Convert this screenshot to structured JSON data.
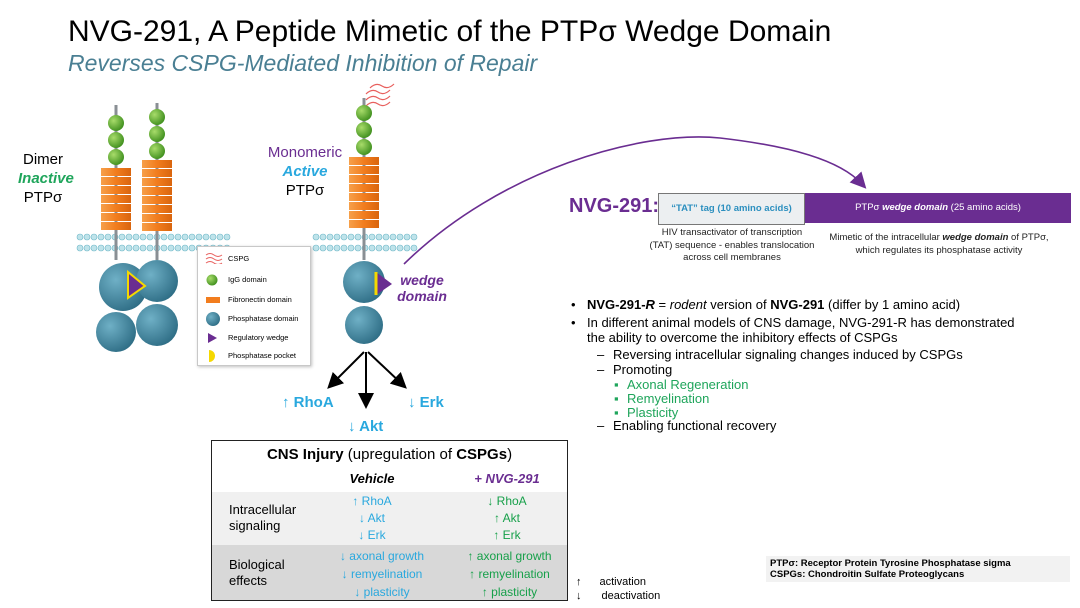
{
  "title": "NVG-291, A Peptide Mimetic of the PTPσ Wedge Domain",
  "subtitle": "Reverses CSPG-Mediated Inhibition of Repair",
  "dimer_label": {
    "line1": "Dimer",
    "line2": "Inactive",
    "line3": "PTPσ"
  },
  "monomer_label": {
    "line1": "Monomeric",
    "line2": "Active",
    "line3": "PTPσ"
  },
  "wedge_label": {
    "line1": "wedge",
    "line2": "domain"
  },
  "arrows": {
    "rhoa": "↑ RhoA",
    "erk": "↓ Erk",
    "akt": "↓ Akt"
  },
  "legend": [
    {
      "icon": "cspg-icon",
      "label": "CSPG"
    },
    {
      "icon": "igg-domain-icon",
      "label": "IgG domain"
    },
    {
      "icon": "fibronectin-domain-icon",
      "label": "Fibronectin domain"
    },
    {
      "icon": "phosphatase-domain-icon",
      "label": "Phosphatase domain"
    },
    {
      "icon": "regulatory-wedge-icon",
      "label": "Regulatory wedge"
    },
    {
      "icon": "phosphatase-pocket-icon",
      "label": "Phosphatase pocket"
    }
  ],
  "nvg_construct": {
    "name": "NVG-291:",
    "tat_box": "“TAT” tag (10 amino acids)",
    "wedge_box_pre": "PTPσ ",
    "wedge_box_em": "wedge domain",
    "wedge_box_post": " (25 amino acids)",
    "tat_desc": [
      "HIV transactivator of transcription",
      "(TAT) sequence - enables translocation",
      "across cell membranes"
    ],
    "wedge_desc_pre": "Mimetic of the intracellular ",
    "wedge_desc_em": "wedge domain",
    "wedge_desc_post": " of PTPσ,",
    "wedge_desc_line2": "which regulates its phosphatase activity"
  },
  "bullets": {
    "b1_pre": "NVG-291-",
    "b1_r": "R",
    "b1_mid": " = ",
    "b1_rodent": "rodent",
    "b1_post": " version of ",
    "b1_name": "NVG-291",
    "b1_end": " (differ by 1 amino acid)",
    "b2_line1": "In different animal models of CNS damage, NVG-291-R has demonstrated",
    "b2_line2": "the ability to overcome the inhibitory effects of CSPGs",
    "s1": "Reversing intracellular signaling changes induced by CSPGs",
    "s2": "Promoting",
    "s2_items": [
      "Axonal Regeneration",
      "Remyelination",
      "Plasticity"
    ],
    "s3": "Enabling functional recovery"
  },
  "results_table": {
    "title_bold1": "CNS Injury",
    "title_mid": " (upregulation of ",
    "title_bold2": "CSPGs",
    "title_end": ")",
    "col_vehicle": "Vehicle",
    "col_nvg": "+ NVG-291",
    "rows": [
      {
        "label1": "Intracellular",
        "label2": "signaling",
        "vehicle": [
          "↑ RhoA",
          "↓ Akt",
          "↓ Erk"
        ],
        "nvg": [
          "↓ RhoA",
          "↑ Akt",
          "↑ Erk"
        ]
      },
      {
        "label1": "Biological",
        "label2": "effects",
        "vehicle": [
          "↓ axonal growth",
          "↓ remyelination",
          "↓ plasticity"
        ],
        "nvg": [
          "↑ axonal growth",
          "↑ remyelination",
          "↑ plasticity"
        ]
      }
    ]
  },
  "arrow_key": [
    {
      "symbol": "↑",
      "label": "activation"
    },
    {
      "symbol": "↓",
      "label": "deactivation"
    }
  ],
  "abbreviations": [
    "PTPσ: Receptor Protein Tyrosine Phosphatase sigma",
    "CSPGs: Chondroitin Sulfate Proteoglycans"
  ],
  "colors": {
    "accent_purple": "#6a2d91",
    "fibronectin_orange": "#f27d1e",
    "phosphatase_teal": "#3d7f97",
    "igg_green": "#5fae2e",
    "cyan_text": "#29a8de",
    "green_text": "#17a04a"
  }
}
